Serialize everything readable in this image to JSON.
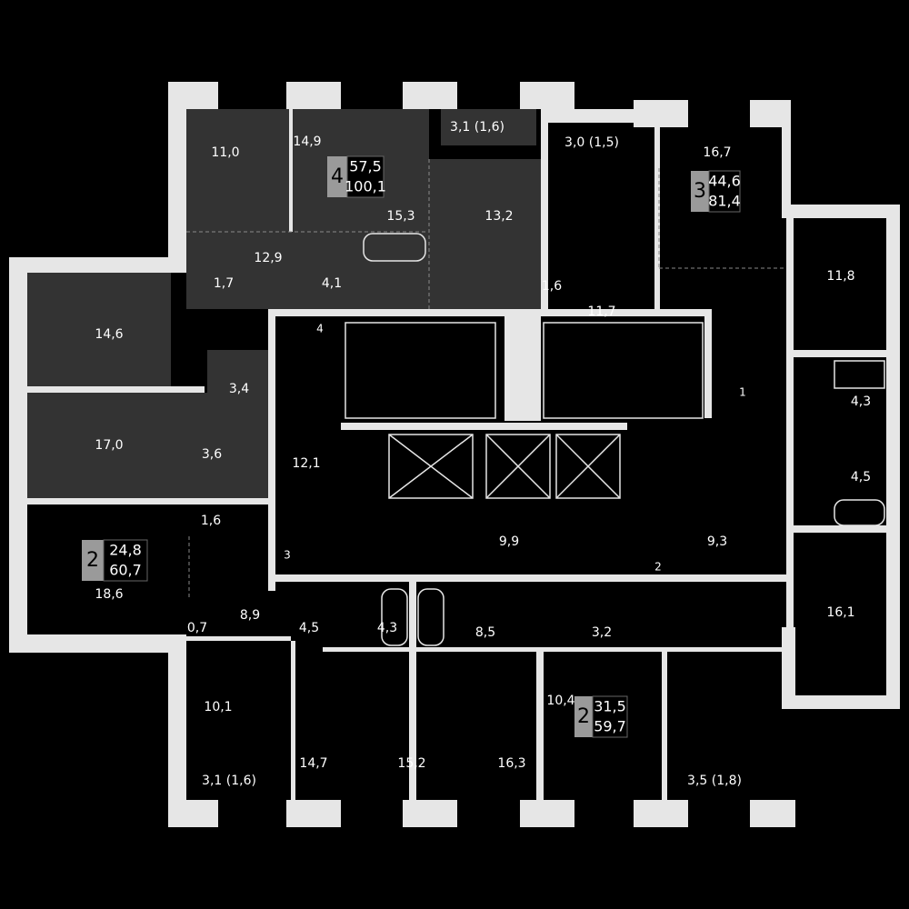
{
  "colors": {
    "background": "#000000",
    "wall": "#e6e6e6",
    "highlight_room": "#333333",
    "badge": "#9a9a9a"
  },
  "apartments": [
    {
      "rooms": "4",
      "living_area": "57,5",
      "total_area": "100,1"
    },
    {
      "rooms": "3",
      "living_area": "44,6",
      "total_area": "81,4"
    },
    {
      "rooms": "2",
      "living_area": "24,8",
      "total_area": "60,7"
    },
    {
      "rooms": "2",
      "living_area": "31,5",
      "total_area": "59,7"
    }
  ],
  "rooms": [
    "11,0",
    "14,9",
    "15,3",
    "13,2",
    "16,7",
    "12,9",
    "1,7",
    "4,1",
    "1,6",
    "11,8",
    "11,7",
    "14,6",
    "3,4",
    "4,3",
    "17,0",
    "3,6",
    "12,1",
    "4,5",
    "1,6",
    "18,6",
    "9,9",
    "9,3",
    "16,1",
    "8,9",
    "4,5",
    "4,3",
    "8,5",
    "3,2",
    "0,7",
    "10,1",
    "10,4",
    "14,7",
    "15,2",
    "16,3"
  ],
  "balconies": [
    "3,1 (1,6)",
    "3,0 (1,5)",
    "3,1 (1,6)",
    "3,5 (1,8)"
  ],
  "corridors": [
    "4",
    "1",
    "3",
    "2"
  ]
}
